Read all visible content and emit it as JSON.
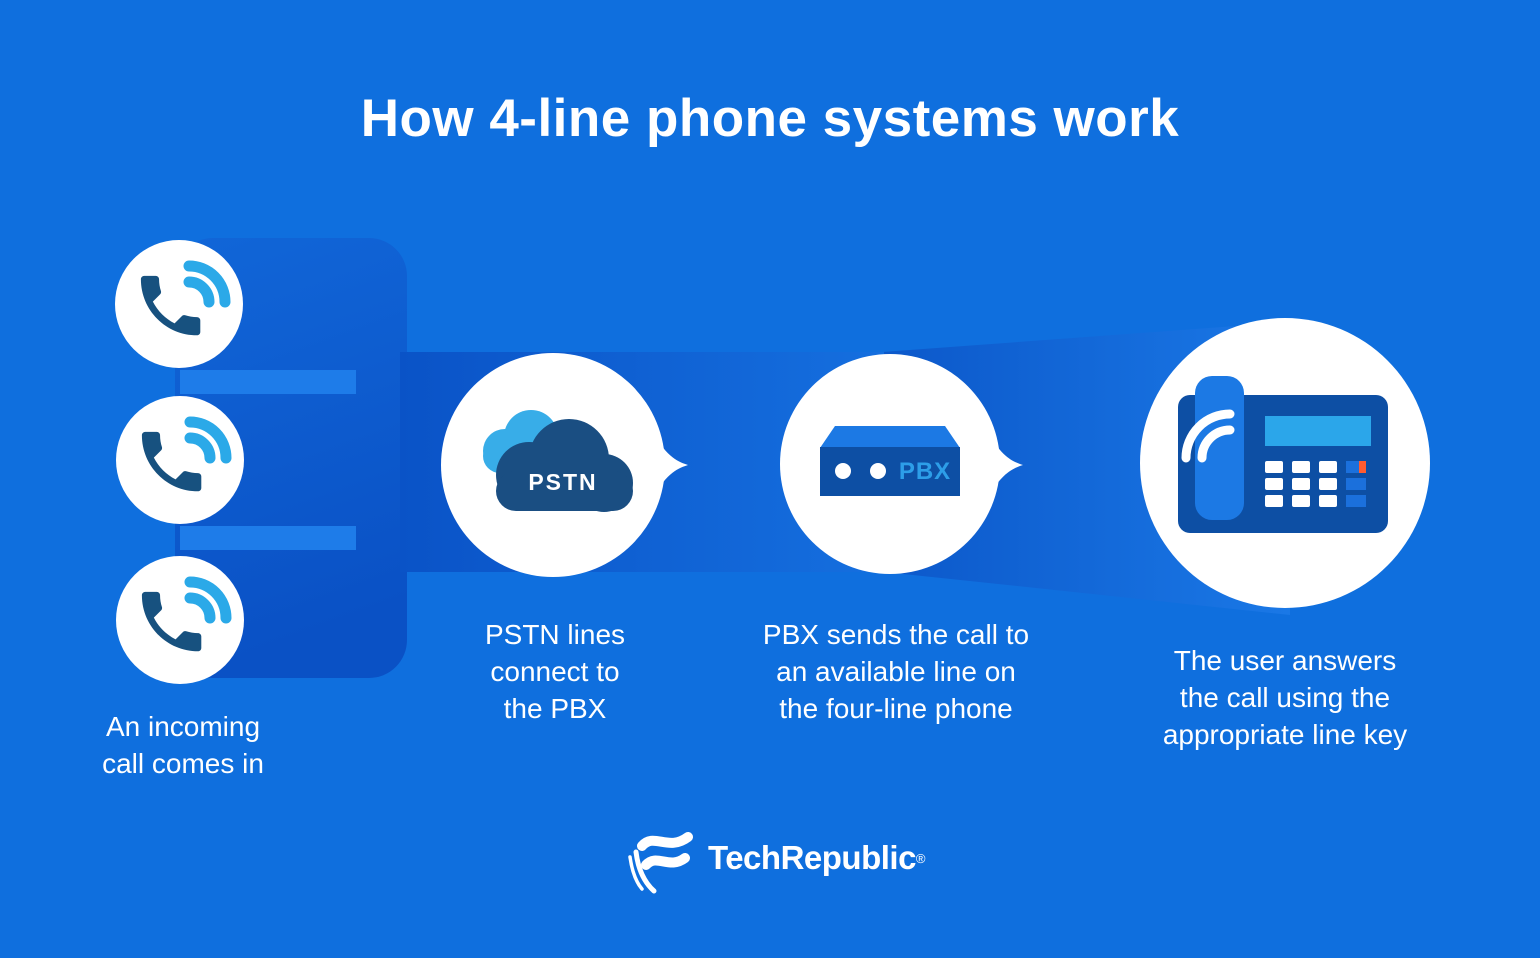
{
  "title": "How 4-line phone systems work",
  "steps": [
    {
      "name": "incoming-calls",
      "caption": "An incoming\ncall comes in",
      "icon": "phone-call-icon",
      "icon_count": 3
    },
    {
      "name": "pstn",
      "label": "PSTN",
      "caption": "PSTN lines\nconnect to\nthe PBX",
      "icon": "pstn-cloud-icon"
    },
    {
      "name": "pbx",
      "label": "PBX",
      "caption": "PBX sends the call to\nan available line on\nthe four-line phone",
      "icon": "pbx-box-icon"
    },
    {
      "name": "four-line-phone",
      "caption": "The user answers\nthe call using the\nappropriate line key",
      "icon": "four-line-phone-icon"
    }
  ],
  "footer": {
    "brand": "TechRepublic",
    "registered_mark": "®",
    "icon": "techrepublic-flag-icon"
  },
  "colors": {
    "background": "#0f6fde",
    "band_dark": "#0a53c7",
    "band_mid": "#156fdf",
    "connector_bar": "#1e7ce9",
    "bubble_white": "#ffffff",
    "icon_navy": "#17517f",
    "signal_light_blue": "#2ba9e8",
    "cloud_navy": "#1a4e82",
    "cloud_light_blue": "#38ade8",
    "device_navy": "#0d4fa4",
    "device_blue": "#1c79e4",
    "pbx_text_blue": "#2d9ee8",
    "screen_blue": "#2ba6ea",
    "line_key_blue": "#1b70dc",
    "line_key_orange": "#ff5c30",
    "text_white": "#ffffff"
  }
}
